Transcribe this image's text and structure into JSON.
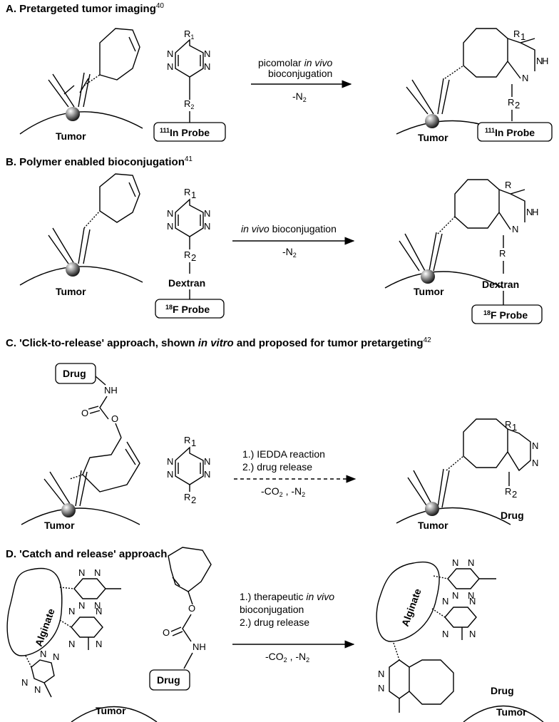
{
  "sections": {
    "a": {
      "title": "A.  Pretargeted tumor imaging",
      "ref": "40",
      "arrow": {
        "line1": "picomolar ",
        "line1_italic": "in vivo",
        "line2": "bioconjugation",
        "line3": "-N",
        "line3_sub": "2"
      },
      "tumor_left": "Tumor",
      "tumor_right": "Tumor",
      "probe_sup": "111",
      "probe_text": "In Probe",
      "r1": "R",
      "r1_sub": "1",
      "r2": "R",
      "r2_sub": "2"
    },
    "b": {
      "title": "B.  Polymer enabled bioconjugation",
      "ref": "41",
      "arrow": {
        "line1_italic": "in vivo",
        "line1": " bioconjugation",
        "line2": "-N",
        "line2_sub": "2"
      },
      "tumor_left": "Tumor",
      "tumor_right": "Tumor",
      "dextran": "Dextran",
      "probe_sup": "18",
      "probe_text": "F Probe",
      "r": "R"
    },
    "c": {
      "title_start": "C.  'Click-to-release' approach, shown ",
      "title_italic": "in vitro",
      "title_end": " and proposed for tumor pretargeting",
      "ref": "42",
      "arrow": {
        "line1": "1.) IEDDA reaction",
        "line2": "2.) drug release",
        "line3": "-CO",
        "line3_sub": "2",
        "line3_mid": " , -N",
        "line3_sub2": "2"
      },
      "drug": "Drug",
      "nh": "NH",
      "tumor_left": "Tumor",
      "tumor_right": "Tumor",
      "drug_product": "Drug"
    },
    "d": {
      "title": "D.  'Catch and release' approach",
      "arrow": {
        "line1": "1.) therapeutic ",
        "line1_italic": "in vivo",
        "line2": "bioconjugation",
        "line3": "2.) drug release",
        "line4": "-CO",
        "line4_sub": "2",
        "line4_mid": " , -N",
        "line4_sub2": "2"
      },
      "alginate": "Alginate",
      "tumor_left": "Tumor",
      "tumor_right": "Tumor",
      "drug": "Drug",
      "nh": "NH",
      "drug_product": "Drug"
    }
  }
}
